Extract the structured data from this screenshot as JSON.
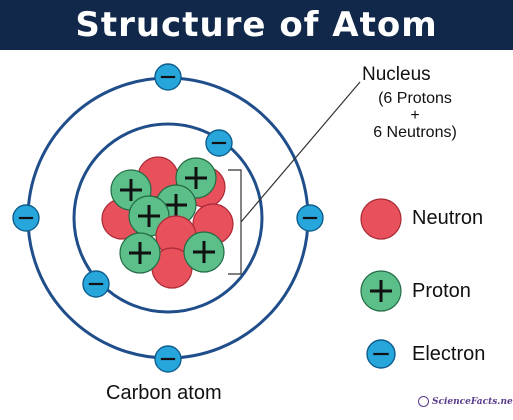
{
  "title": "Structure of Atom",
  "nucleus_label": {
    "title": "Nucleus",
    "line1": "(6 Protons",
    "line2": "+",
    "line3": "6 Neutrons)"
  },
  "legend": [
    {
      "label": "Neutron",
      "particle": "neutron"
    },
    {
      "label": "Proton",
      "particle": "proton"
    },
    {
      "label": "Electron",
      "particle": "electron"
    }
  ],
  "caption": "Carbon atom",
  "watermark": "ScienceFacts.net",
  "counts": {
    "protons": 6,
    "neutrons": 6,
    "electrons": 6,
    "inner_shell_electrons": 2,
    "outer_shell_electrons": 4
  },
  "colors": {
    "banner": "#12284a",
    "orbit": "#1f4e8a",
    "neutron_fill": "#e8505b",
    "neutron_stroke": "#a82a36",
    "proton_fill": "#5cbf8a",
    "proton_stroke": "#236b45",
    "electron_fill": "#27a6dc",
    "electron_stroke": "#0e5d8c",
    "sign": "#111111"
  }
}
